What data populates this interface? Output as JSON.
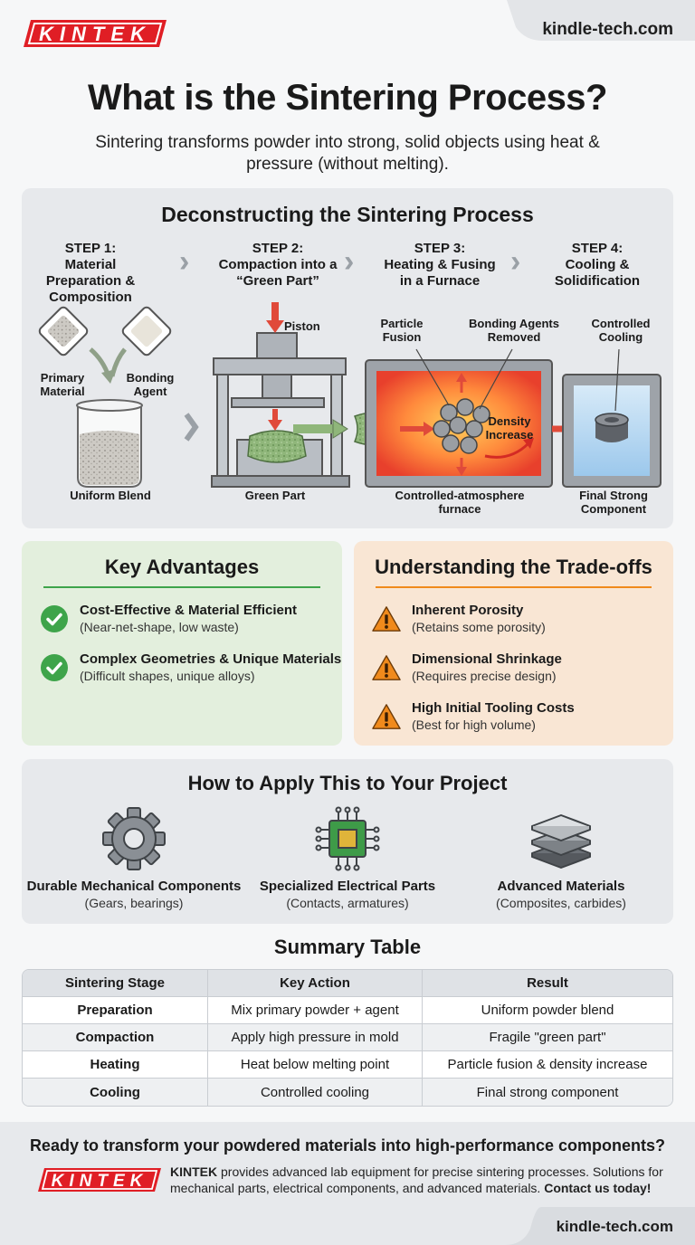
{
  "brand": {
    "logo_text": "KINTEK",
    "domain": "kindle-tech.com",
    "accent": "#e01e25"
  },
  "page": {
    "title": "What is the Sintering Process?",
    "subtitle": "Sintering transforms powder into strong, solid objects using heat & pressure (without melting)."
  },
  "process": {
    "title": "Deconstructing the Sintering Process",
    "steps": [
      {
        "step": "STEP 1:",
        "name": "Material Preparation & Composition"
      },
      {
        "step": "STEP 2:",
        "name": "Compaction into a “Green Part”"
      },
      {
        "step": "STEP 3:",
        "name": "Heating & Fusing in a Furnace"
      },
      {
        "step": "STEP 4:",
        "name": "Cooling & Solidification"
      }
    ],
    "labels": {
      "primary": "Primary Material",
      "bonding": "Bonding Agent",
      "blend": "Uniform Blend",
      "piston": "Piston",
      "green": "Green Part",
      "fusion": "Particle Fusion",
      "agents_removed": "Bonding Agents Removed",
      "density": "Density Increase",
      "furnace": "Controlled-atmosphere furnace",
      "cooling": "Controlled Cooling",
      "final": "Final Strong Component"
    }
  },
  "advantages": {
    "title": "Key Advantages",
    "color": "#3ea44a",
    "items": [
      {
        "title": "Cost-Effective & Material Efficient",
        "desc": "(Near-net-shape, low waste)"
      },
      {
        "title": "Complex Geometries & Unique Materials",
        "desc": "(Difficult shapes, unique alloys)"
      }
    ]
  },
  "tradeoffs": {
    "title": "Understanding the Trade-offs",
    "color": "#f08a1c",
    "items": [
      {
        "title": "Inherent Porosity",
        "desc": "(Retains some porosity)"
      },
      {
        "title": "Dimensional Shrinkage",
        "desc": "(Requires precise design)"
      },
      {
        "title": "High Initial Tooling Costs",
        "desc": "(Best for high volume)"
      }
    ]
  },
  "apply": {
    "title": "How to Apply This to Your Project",
    "items": [
      {
        "icon": "gear-icon",
        "title": "Durable Mechanical Components",
        "desc": "(Gears, bearings)"
      },
      {
        "icon": "chip-icon",
        "title": "Specialized Electrical Parts",
        "desc": "(Contacts, armatures)"
      },
      {
        "icon": "layers-icon",
        "title": "Advanced Materials",
        "desc": "(Composites, carbides)"
      }
    ]
  },
  "summary": {
    "title": "Summary Table",
    "headers": [
      "Sintering Stage",
      "Key Action",
      "Result"
    ],
    "rows": [
      [
        "Preparation",
        "Mix primary powder + agent",
        "Uniform powder blend"
      ],
      [
        "Compaction",
        "Apply high pressure in mold",
        "Fragile \"green part\""
      ],
      [
        "Heating",
        "Heat below melting point",
        "Particle fusion & density increase"
      ],
      [
        "Cooling",
        "Controlled cooling",
        "Final strong component"
      ]
    ]
  },
  "footer": {
    "cta": "Ready to transform your powdered materials into high-performance components?",
    "brand": "KINTEK",
    "text": " provides advanced lab equipment for precise sintering processes. Solutions for mechanical parts, electrical components, and advanced materials. ",
    "contact": "Contact us today!"
  }
}
